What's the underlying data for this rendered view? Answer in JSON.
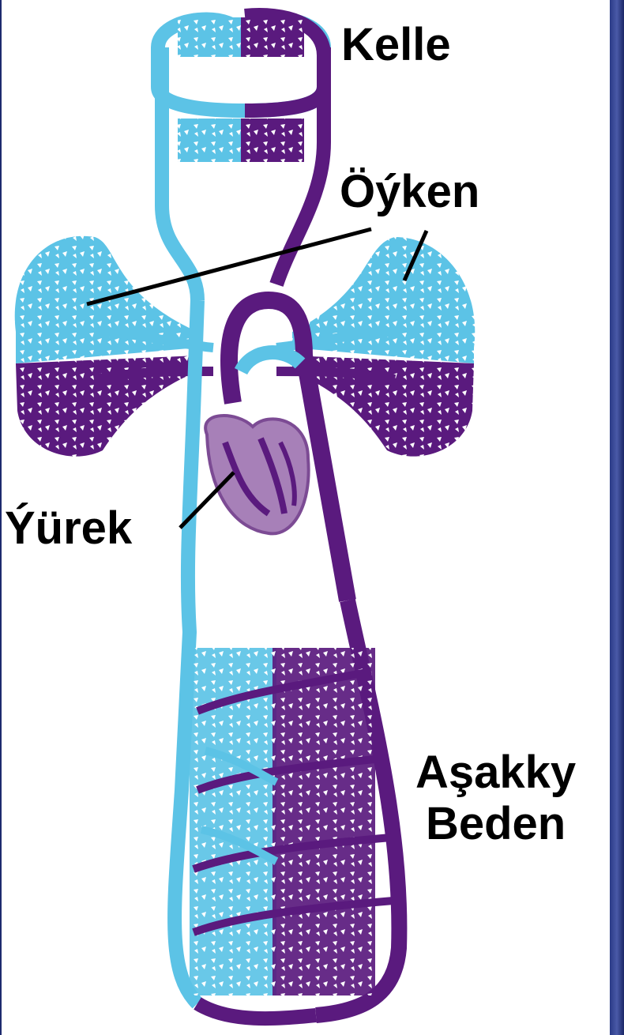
{
  "labels": {
    "head": "Kelle",
    "lungs": "Öýken",
    "heart": "Ýürek",
    "lower_body_line1": "Aşakky",
    "lower_body_line2": "Beden"
  },
  "colors": {
    "deoxygenated": "#5cc3e6",
    "oxygenated": "#5a1a7e",
    "heart": "#a780b8",
    "background": "#ffffff",
    "right_border": "#1d2a6e",
    "text": "#000000"
  }
}
